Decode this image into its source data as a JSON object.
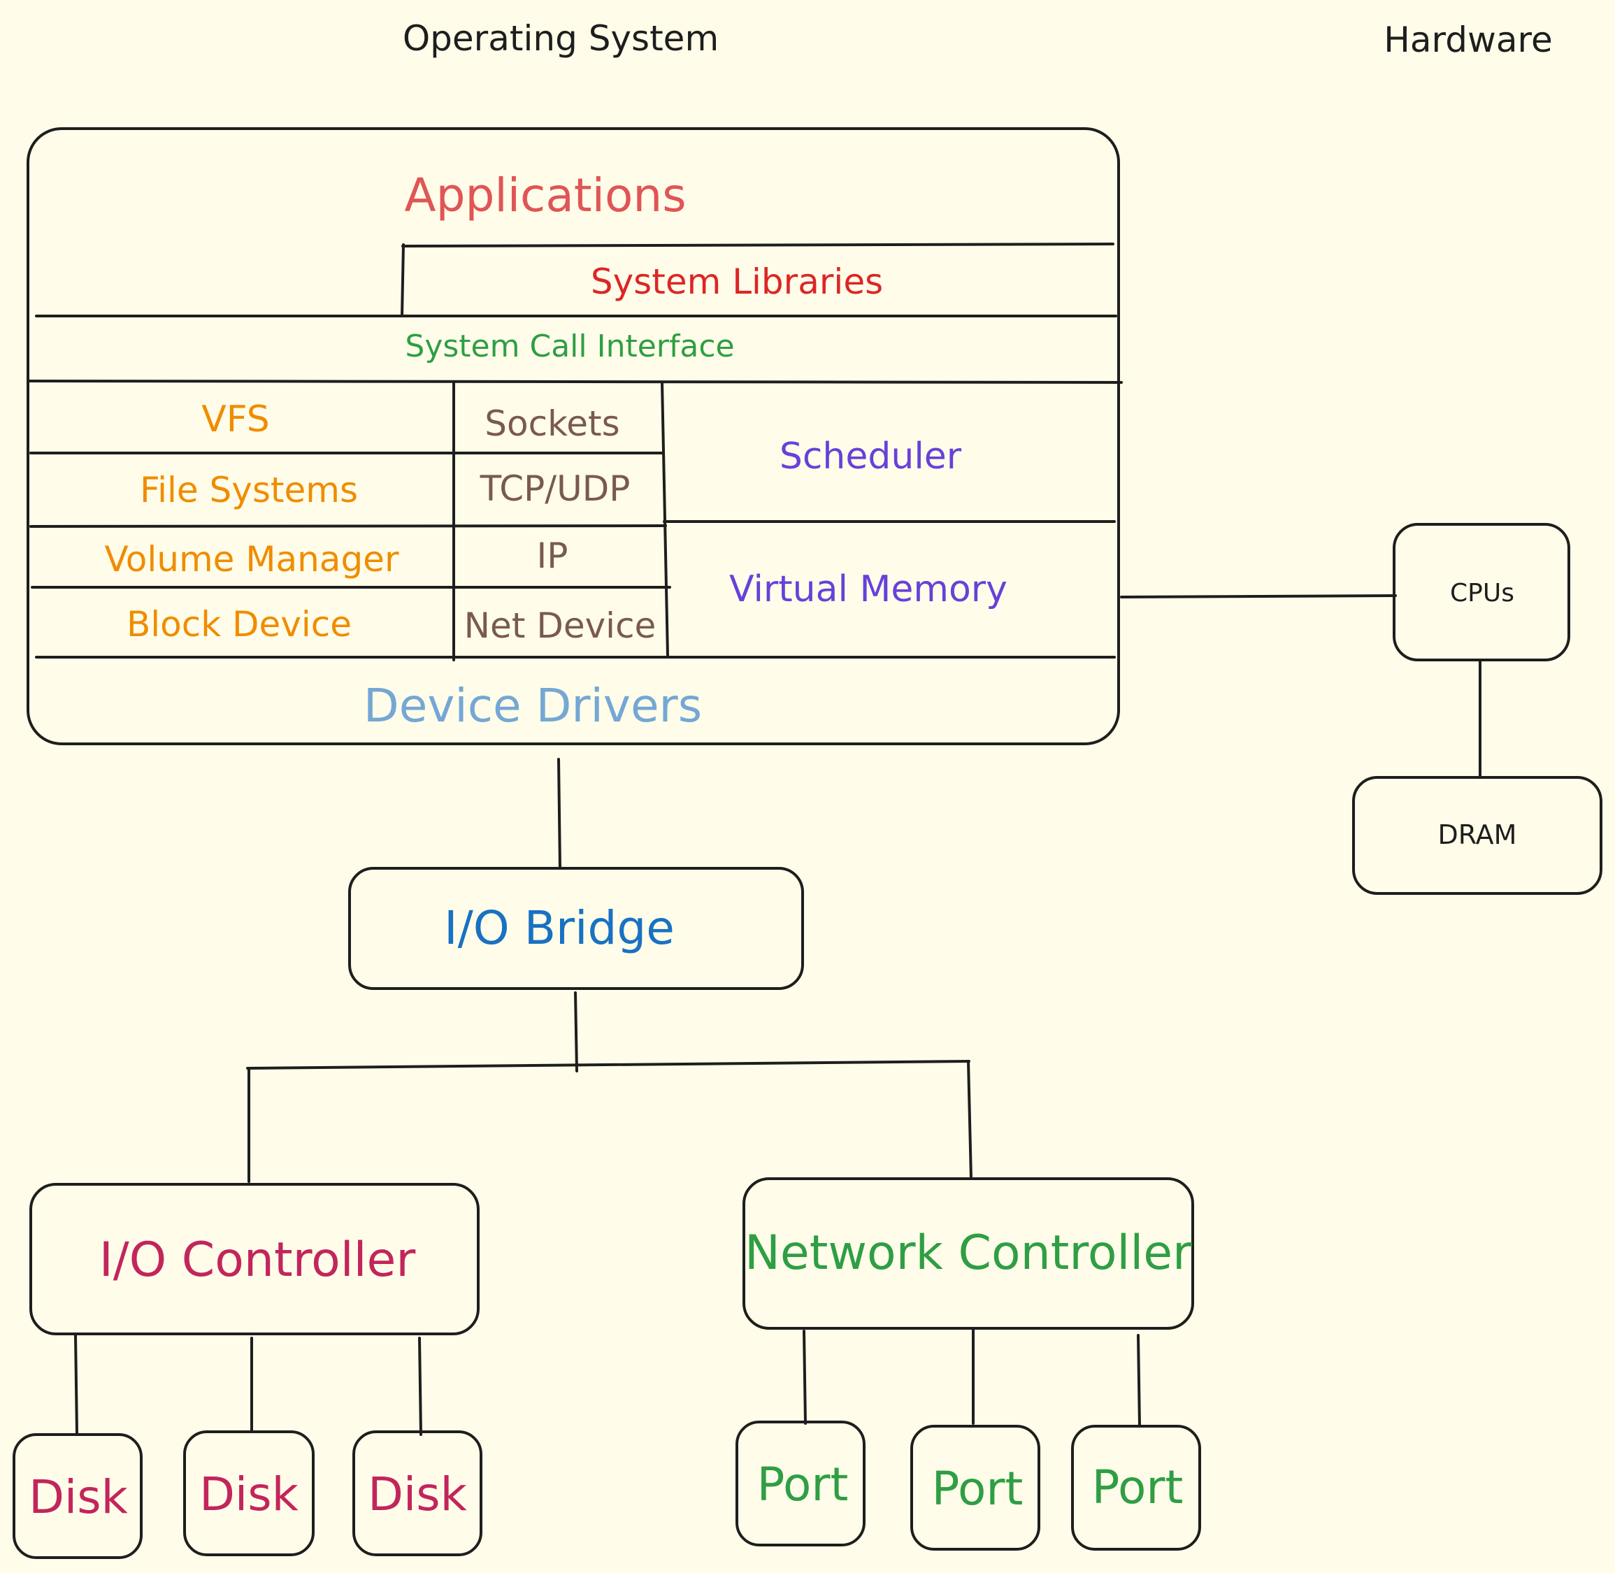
{
  "headings": {
    "os": "Operating System",
    "hardware": "Hardware"
  },
  "os_stack": {
    "applications": "Applications",
    "system_libraries": "System Libraries",
    "system_call_interface": "System Call Interface",
    "vfs": "VFS",
    "file_systems": "File Systems",
    "volume_manager": "Volume Manager",
    "block_device": "Block Device",
    "sockets": "Sockets",
    "tcp_udp": "TCP/UDP",
    "ip": "IP",
    "net_device": "Net Device",
    "scheduler": "Scheduler",
    "virtual_memory": "Virtual Memory",
    "device_drivers": "Device Drivers"
  },
  "hardware": {
    "cpus": "CPUs",
    "dram": "DRAM",
    "io_bridge": "I/O Bridge",
    "io_controller": "I/O Controller",
    "network_controller": "Network Controller",
    "disks": [
      "Disk",
      "Disk",
      "Disk"
    ],
    "ports": [
      "Port",
      "Port",
      "Port"
    ]
  },
  "colors": {
    "background": "#FFFDE9",
    "stroke": "#1E1E1E",
    "applications": "#E05555",
    "system_libraries": "#DC2626",
    "system_call": "#2F9E44",
    "storage_stack": "#F08C00",
    "network_stack": "#7A5A4E",
    "scheduler": "#6741D9",
    "device_drivers": "#74A7D4",
    "io_bridge": "#1971C2",
    "io_controller": "#C2255C",
    "network_controller": "#2F9E44"
  }
}
